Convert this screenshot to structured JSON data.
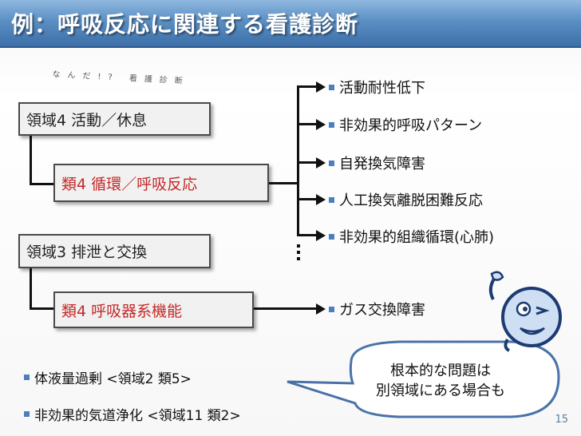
{
  "header": {
    "title": "例：呼吸反応に関連する看護診断"
  },
  "subtitle": "なんだ!? 看護診断",
  "boxes": {
    "domain4": "領域4  活動／休息",
    "class4_circ": "類4  循環／呼吸反応",
    "domain3": "領域3  排泄と交換",
    "class4_resp": "類4  呼吸器系機能"
  },
  "diagnoses": [
    "活動耐性低下",
    "非効果的呼吸パターン",
    "自発換気障害",
    "人工換気離脱困難反応",
    "非効果的組織循環(心肺)",
    "ガス交換障害"
  ],
  "bottom_items": [
    "体液量過剰 <領域2 類5>",
    "非効果的気道浄化 <領域11 類2>"
  ],
  "bubble": {
    "line1": "根本的な問題は",
    "line2": "別領域にある場合も"
  },
  "page_number": "15",
  "colors": {
    "title_bar": "#5b8fc4",
    "class_label": "#c62828",
    "bullet": "#4b7fc0",
    "page_number": "#5a7fa8"
  },
  "icons": {
    "mascot": "cartoon-character-icon"
  }
}
